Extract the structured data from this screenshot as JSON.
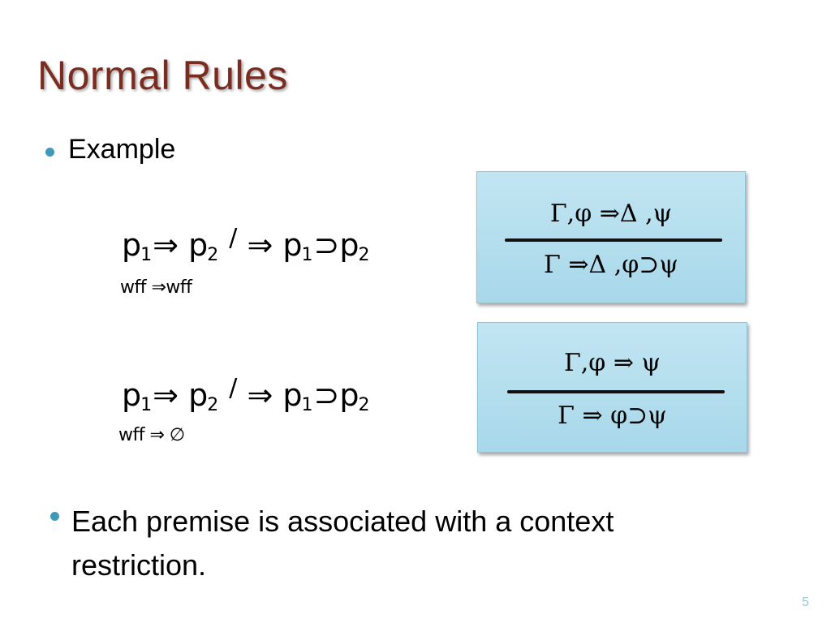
{
  "slide": {
    "title": "Normal Rules",
    "page_number": "5"
  },
  "bullets": [
    {
      "text": "Example"
    },
    {
      "text": "Each premise is associated with a context restriction."
    }
  ],
  "examples": [
    {
      "sequent": {
        "p": "p",
        "sub1": "1",
        "arrow1": "⇒",
        "p2": "p",
        "sub2": "2",
        "slash": "/",
        "arrow2": "⇒",
        "p3": "p",
        "sub3": "1",
        "implies": "⊃",
        "p4": "p",
        "sub4": "2"
      },
      "context": "wff ⇒wff",
      "rule": {
        "premise": "Γ,φ ⇒Δ ,ψ",
        "conclusion": "Γ ⇒Δ ,φ⊃ψ"
      }
    },
    {
      "sequent": {
        "p": "p",
        "sub1": "1",
        "arrow1": "⇒",
        "p2": "p",
        "sub2": "2",
        "slash": "/",
        "arrow2": "⇒",
        "p3": "p",
        "sub3": "1",
        "implies": "⊃",
        "p4": "p",
        "sub4": "2"
      },
      "context": "wff ⇒ ∅",
      "rule": {
        "premise": "Γ,φ ⇒ ψ",
        "conclusion": "Γ ⇒ φ⊃ψ"
      }
    }
  ],
  "colors": {
    "title": "#7a2c20",
    "bullet": "#3f9ab8",
    "box_top": "#c2e5f2",
    "box_bottom": "#a8d8ea",
    "page_number": "#9cc7d6"
  }
}
